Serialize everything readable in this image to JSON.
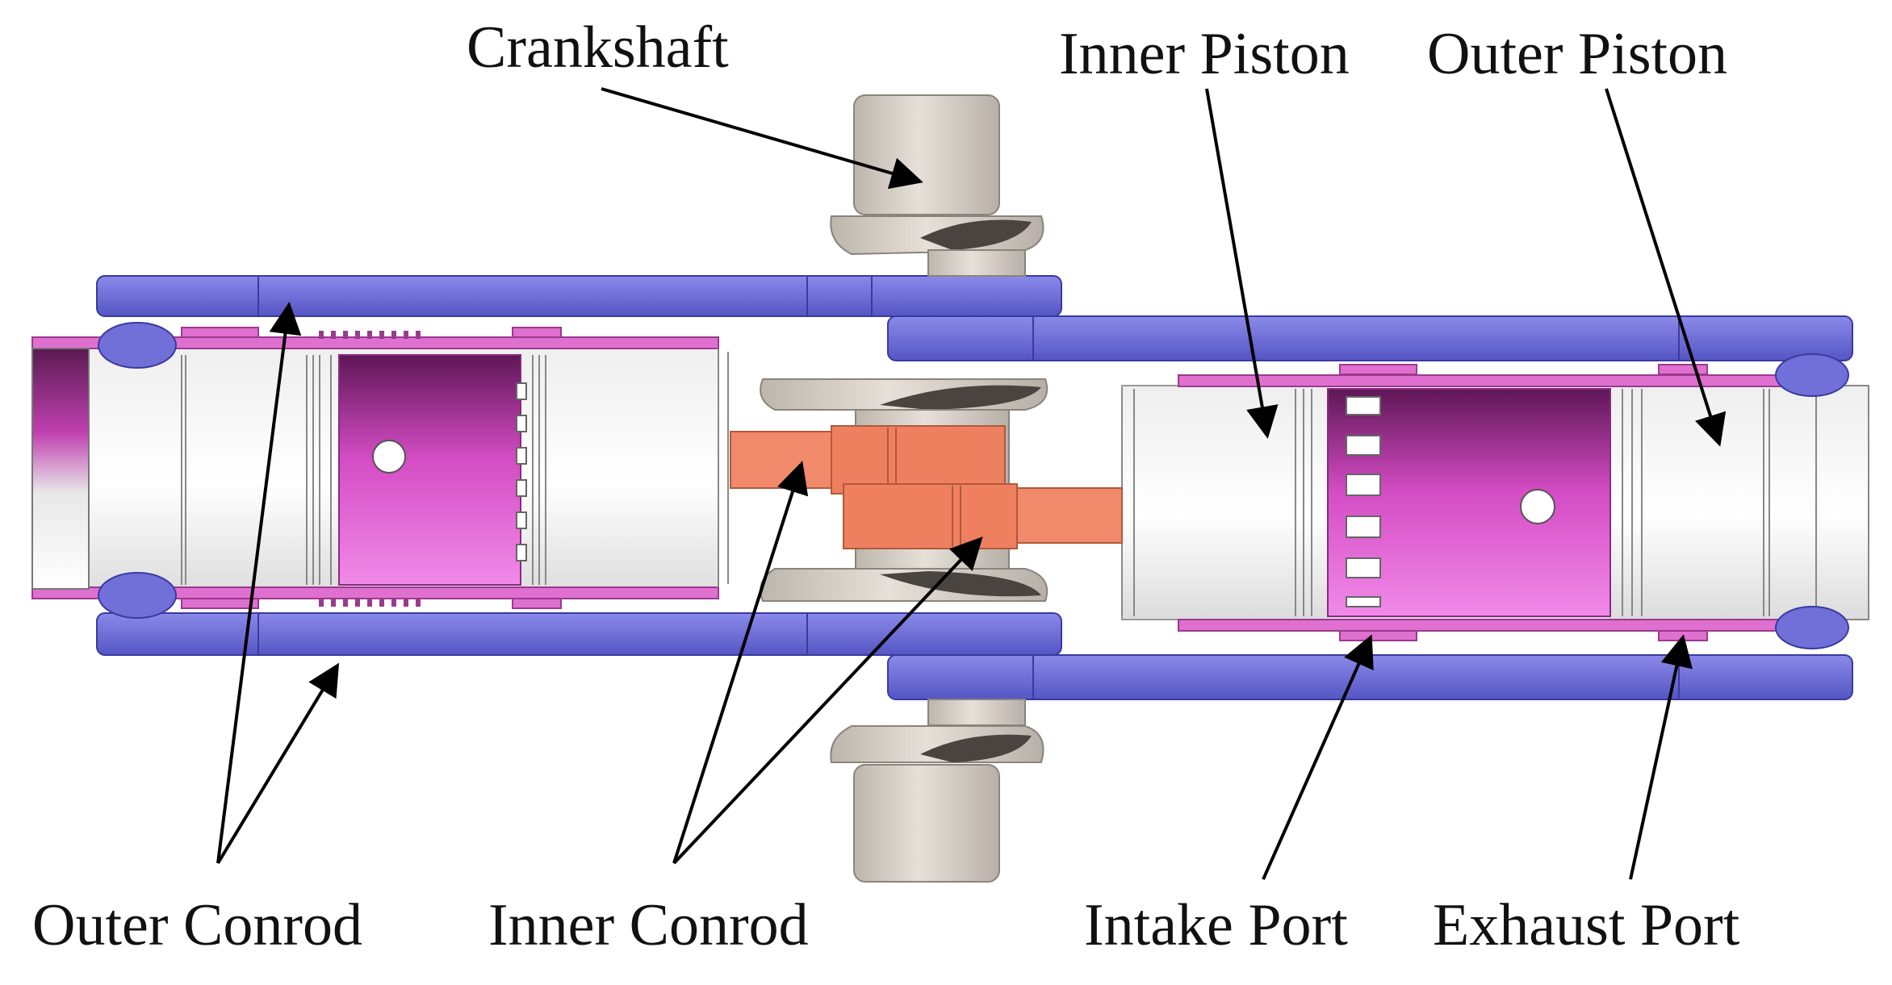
{
  "labels": {
    "crankshaft": "Crankshaft",
    "inner_piston": "Inner Piston",
    "outer_piston": "Outer Piston",
    "outer_conrod": "Outer Conrod",
    "inner_conrod": "Inner Conrod",
    "intake_port": "Intake Port",
    "exhaust_port": "Exhaust Port"
  },
  "colors": {
    "conrod_outer": "#6b6bd6",
    "conrod_inner": "#f08a6a",
    "liner": "#e070d0",
    "piston_dark": "#6a1c5e",
    "piston_light": "#f7f7f7",
    "crank": "#d8d2ca",
    "arrow": "#000000"
  }
}
